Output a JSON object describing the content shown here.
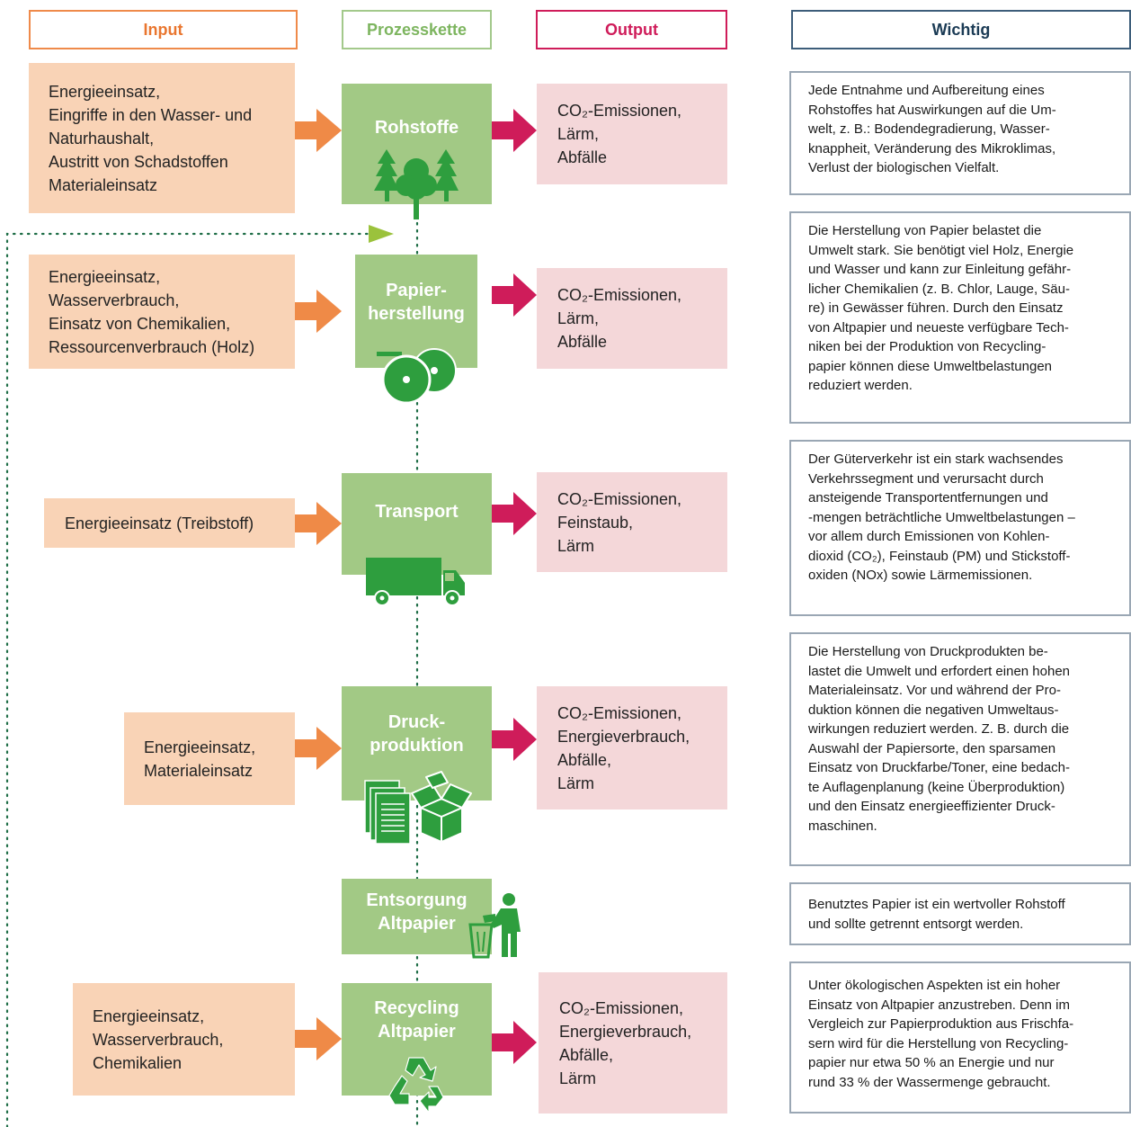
{
  "headers": {
    "input": "Input",
    "process": "Prozesskette",
    "output": "Output",
    "info": "Wichtig"
  },
  "steps": [
    {
      "title": [
        "Rohstoffe"
      ],
      "icon": "trees-icon",
      "input": [
        "Energieeinsatz,",
        "Eingriffe in den Wasser- und",
        "Naturhaushalt,",
        "Austritt von Schadstoffen",
        "Materialeinsatz"
      ],
      "output": [
        "CO₂-Emissionen,",
        "Lärm,",
        "Abfälle"
      ],
      "info": [
        "Jede Entnahme und Aufbereitung eines",
        "Rohstoffes hat Auswirkungen auf die Um-",
        "welt, z. B.: Bodendegradierung, Wasser-",
        "knappheit, Veränderung des Mikroklimas,",
        "Verlust der biologischen Vielfalt."
      ]
    },
    {
      "title": [
        "Papier-",
        "herstellung"
      ],
      "icon": "paper-rolls-icon",
      "input": [
        "Energieeinsatz,",
        "Wasserverbrauch,",
        "Einsatz von Chemikalien,",
        "Ressourcenverbrauch (Holz)"
      ],
      "output": [
        "CO₂-Emissionen,",
        "Lärm,",
        "Abfälle"
      ],
      "info": [
        "Die Herstellung von Papier belastet die",
        "Umwelt stark. Sie benötigt viel Holz, Energie",
        "und Wasser und kann zur Einleitung gefähr-",
        "licher Chemikalien (z. B. Chlor, Lauge, Säu-",
        "re) in Gewässer führen. Durch den Einsatz",
        "von Altpapier und neueste verfügbare Tech-",
        "niken bei der Produktion von Recycling-",
        "papier können diese Umweltbelastungen",
        "reduziert werden."
      ]
    },
    {
      "title": [
        "Transport"
      ],
      "icon": "truck-icon",
      "input": [
        "Energieeinsatz (Treibstoff)"
      ],
      "output": [
        "CO₂-Emissionen,",
        "Feinstaub,",
        "Lärm"
      ],
      "info": [
        "Der Güterverkehr ist ein stark wachsendes",
        "Verkehrssegment und verursacht durch",
        "ansteigende Transportentfernungen und",
        "-mengen beträchtliche Umweltbelastungen –",
        "vor allem durch Emissionen von Kohlen-",
        "dioxid (CO₂), Feinstaub (PM) und Stickstoff-",
        "oxiden (NOx) sowie Lärmemissionen."
      ]
    },
    {
      "title": [
        "Druck-",
        "produktion"
      ],
      "icon": "documents-box-icon",
      "input": [
        "Energieeinsatz,",
        "Materialeinsatz"
      ],
      "output": [
        "CO₂-Emissionen,",
        "Energieverbrauch,",
        "Abfälle,",
        "Lärm"
      ],
      "info": [
        "Die Herstellung von Druckprodukten be-",
        "lastet die Umwelt und erfordert einen hohen",
        "Materialeinsatz. Vor und während der Pro-",
        "duktion können die negativen Umweltaus-",
        "wirkungen reduziert werden. Z. B. durch die",
        "Auswahl der Papiersorte, den sparsamen",
        "Einsatz von Druckfarbe/Toner, eine bedach-",
        "te Auflagenplanung (keine Überproduktion)",
        "und den Einsatz energieeffizienter Druck-",
        "maschinen."
      ]
    },
    {
      "title": [
        "Entsorgung",
        "Altpapier"
      ],
      "icon": "person-bin-icon",
      "info": [
        "Benutztes Papier ist ein wertvoller Rohstoff",
        "und sollte getrennt entsorgt werden."
      ]
    },
    {
      "title": [
        "Recycling",
        "Altpapier"
      ],
      "icon": "recycle-icon",
      "input": [
        "Energieeinsatz,",
        "Wasserverbrauch,",
        "Chemikalien"
      ],
      "output": [
        "CO₂-Emissionen,",
        "Energieverbrauch,",
        "Abfälle,",
        "Lärm"
      ],
      "info": [
        "Unter ökologischen Aspekten ist ein hoher",
        "Einsatz von Altpapier anzustreben. Denn im",
        "Vergleich zur Papierproduktion aus Frischfa-",
        "sern wird für die Herstellung von Recycling-",
        "papier nur etwa 50 % an Energie und nur",
        "rund 33 % der Wassermenge gebraucht."
      ]
    }
  ],
  "colors": {
    "input_fill": "#f9d3b6",
    "process_fill": "#a2c985",
    "output_fill": "#f4d7d9",
    "input_arrow": "#ef8a47",
    "output_arrow": "#cf1c5a",
    "icon_green": "#2e9e3e",
    "loop_line": "#1f6e47"
  }
}
